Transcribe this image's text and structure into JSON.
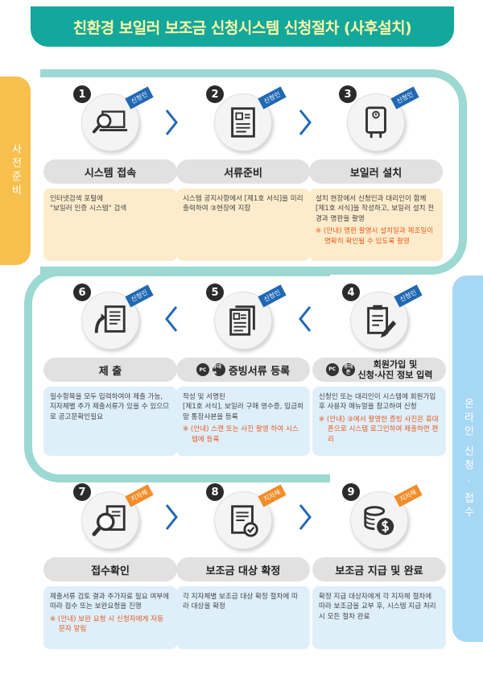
{
  "title": "친환경 보일러 보조금 신청시스템 신청절차 (사후설치)",
  "side_tabs": {
    "left": "사전준비",
    "right": "온라인 신청 · 접수"
  },
  "steps": [
    {
      "num": "1",
      "tag": "신청인",
      "label": "시스템 접속",
      "desc": "인터넷검색 포털에\n\"보일러 인증 시스템\" 검색",
      "note": "",
      "icon": "search-laptop-icon"
    },
    {
      "num": "2",
      "tag": "신청인",
      "label": "서류준비",
      "desc": "시스템 공지사항에서 [제1호 서식]을 미리 출력하여 ③현장에 지참",
      "note": "",
      "icon": "document-icon"
    },
    {
      "num": "3",
      "tag": "신청인",
      "label": "보일러 설치",
      "desc": "설치 현장에서 신청인과 대리인이 함께 [제1호 서식]을 작성하고, 보일러 설치 전경과 명판을 촬영",
      "note": "※ (안내) 명판 촬영시 설치일과 제조일이 명확히 확인될 수 있도록 촬영",
      "icon": "boiler-icon"
    },
    {
      "num": "4",
      "tag": "신청인",
      "label": "회원가입 및\n신청·사진 정보 입력",
      "desc": "신청인 또는 대리인이 시스템에 회원가입 후 사용자 매뉴얼을 참고하여 신청",
      "note": "※ (안내) ③에서 촬영한 증빙 사진은 휴대폰으로 시스템 로그인하여 제출하면 편리",
      "icon": "clipboard-pen-icon"
    },
    {
      "num": "5",
      "tag": "신청인",
      "label": "증빙서류 등록",
      "desc": "작성 및 서명된\n[제1호 서식], 보일러 구매 영수증, 입금희망 통장사본을 등록",
      "note": "※ (안내) 스캔 또는 사진 촬영 하여 시스템에 등록",
      "icon": "documents-icon"
    },
    {
      "num": "6",
      "tag": "신청인",
      "label": "제 출",
      "desc": "필수항목을 모두 입력하여야 제출 가능, 지자체별 추가 제출서류가 있을 수 있으므로 공고문확인필요",
      "note": "",
      "icon": "submit-document-icon"
    },
    {
      "num": "7",
      "tag": "지자체",
      "label": "접수확인",
      "desc": "제출서류 검토 결과 추가자료 필요 여부에 따라 접수 또는 보완요청을 진행",
      "note": "※ (안내) 보완 요청 시 신청자에게 자동 문자 알림",
      "icon": "search-document-icon"
    },
    {
      "num": "8",
      "tag": "지자체",
      "label": "보조금 대상 확정",
      "desc": "각 지자체별 보조금 대상 확정 절차에 따라 대상을 확정",
      "note": "",
      "icon": "checked-document-icon"
    },
    {
      "num": "9",
      "tag": "지자체",
      "label": "보조금 지급 및 완료",
      "desc": "확정 지급 대상자에게 각 지자체 절차에 따라 보조금을 교부 후, 시스템 지급 처리시 모든 절차 완료",
      "note": "",
      "icon": "coins-dollar-icon"
    }
  ],
  "pc_badge": {
    "pc": "PC",
    "mobile": "휴대폰"
  },
  "colors": {
    "teal": "#14a79b",
    "title_text": "#fff7a8",
    "tag_blue": "#2068b4",
    "tag_orange": "#f18d2a",
    "note": "#e85a1c"
  }
}
